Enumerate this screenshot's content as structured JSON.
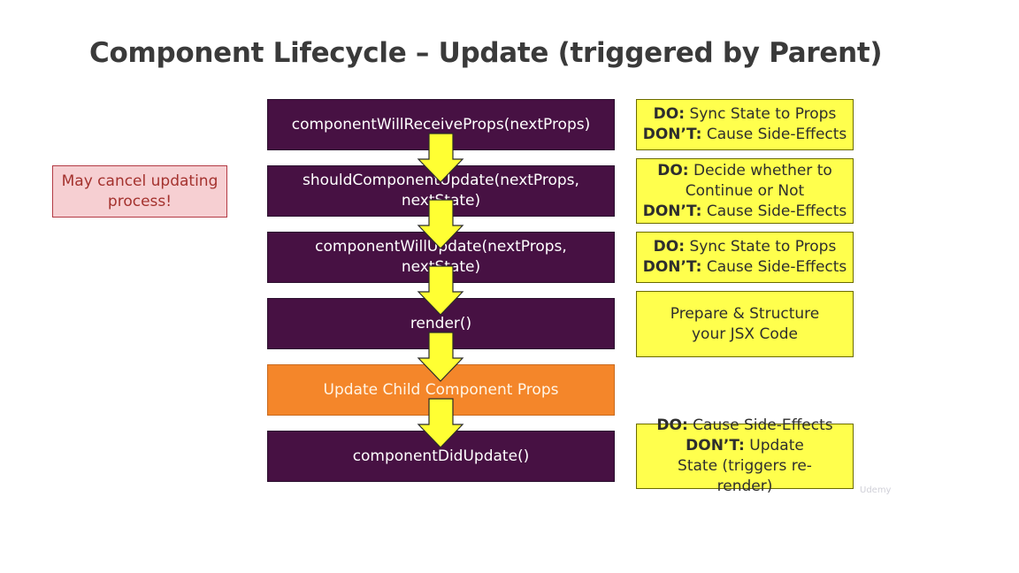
{
  "title": "Component Lifecycle – Update (triggered by Parent)",
  "side_note": "May cancel updating process!",
  "steps": [
    "componentWillReceiveProps(nextProps)",
    "shouldComponentUpdate(nextProps, nextState)",
    "componentWillUpdate(nextProps, nextState)",
    "render()",
    "Update Child Component Props",
    "componentDidUpdate()"
  ],
  "notes": [
    {
      "do_label": "DO:",
      "do_text": "Sync State to Props",
      "dont_label": "DON’T:",
      "dont_text": "Cause Side-Effects"
    },
    {
      "do_label": "DO:",
      "do_text": "Decide whether to Continue or Not",
      "dont_label": "DON’T:",
      "dont_text": "Cause Side-Effects"
    },
    {
      "do_label": "DO:",
      "do_text": "Sync State to Props",
      "dont_label": "DON’T:",
      "dont_text": "Cause Side-Effects"
    },
    {
      "text": "Prepare & Structure your JSX Code"
    },
    {
      "do_label": "DO:",
      "do_text": "Cause Side-Effects",
      "dont_label": "DON’T:",
      "dont_text": "Update State (triggers re-render)"
    }
  ],
  "logo_text": "Udemy",
  "colors": {
    "step": "#471143",
    "step_highlight": "#f4862a",
    "note": "#ffff4d",
    "warning": "#f6cfd2",
    "arrow": "#ffff33"
  }
}
